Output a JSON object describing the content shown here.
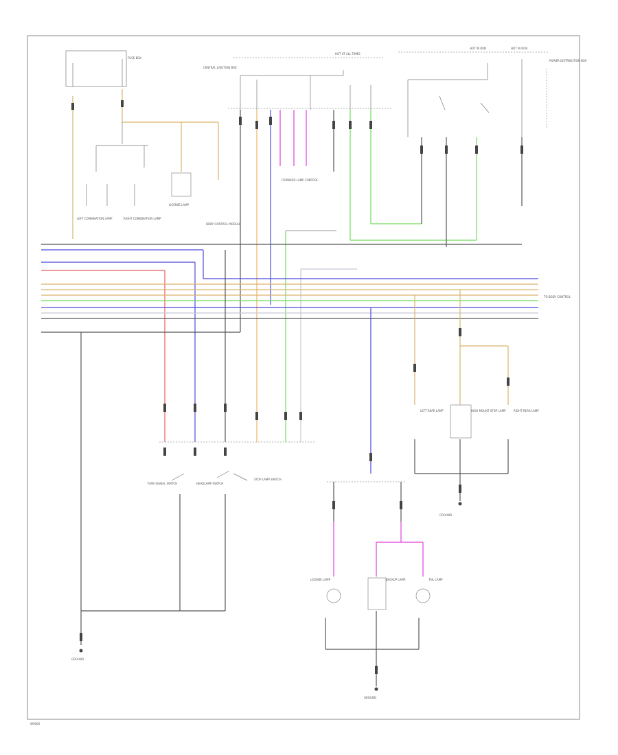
{
  "labels": [
    {
      "id": "fuse-hot-1",
      "text": "HOT AT ALL TIMES"
    },
    {
      "id": "fuse-hot-2",
      "text": "HOT IN RUN"
    },
    {
      "id": "fuse-hot-3",
      "text": "HOT IN RUN"
    },
    {
      "id": "fuse-box-left",
      "text": "FUSE BOX"
    },
    {
      "id": "fuse-box-mid",
      "text": "CENTRAL JUNCTION BOX"
    },
    {
      "id": "fuse-box-right",
      "text": "POWER DISTRIBUTION BOX"
    },
    {
      "id": "component-left-1",
      "text": "LEFT COMBINATION LAMP"
    },
    {
      "id": "component-left-2",
      "text": "RIGHT COMBINATION LAMP"
    },
    {
      "id": "component-left-3",
      "text": "LICENSE LAMP"
    },
    {
      "id": "component-top-mid",
      "text": "BODY CONTROL MODULE"
    },
    {
      "id": "component-mid",
      "text": "FORWARD LAMP CONTROL"
    },
    {
      "id": "component-right-1",
      "text": "LEFT REAR LAMP"
    },
    {
      "id": "component-right-2",
      "text": "HIGH MOUNT STOP LAMP"
    },
    {
      "id": "component-right-3",
      "text": "RIGHT REAR LAMP"
    },
    {
      "id": "component-bottom-1",
      "text": "LICENSE LAMP"
    },
    {
      "id": "component-bottom-2",
      "text": "BACKUP LAMP"
    },
    {
      "id": "component-bottom-3",
      "text": "TAIL LAMP"
    },
    {
      "id": "switch-1",
      "text": "TURN SIGNAL SWITCH"
    },
    {
      "id": "switch-2",
      "text": "HEADLAMP SWITCH"
    },
    {
      "id": "switch-3",
      "text": "STOP LAMP SWITCH"
    },
    {
      "id": "ground-left",
      "text": "GROUND"
    },
    {
      "id": "ground-right",
      "text": "GROUND"
    },
    {
      "id": "ground-bottom",
      "text": "GROUND"
    },
    {
      "id": "bus-label",
      "text": "TO BODY CONTROL"
    },
    {
      "id": "footer",
      "text": "W0000"
    }
  ]
}
